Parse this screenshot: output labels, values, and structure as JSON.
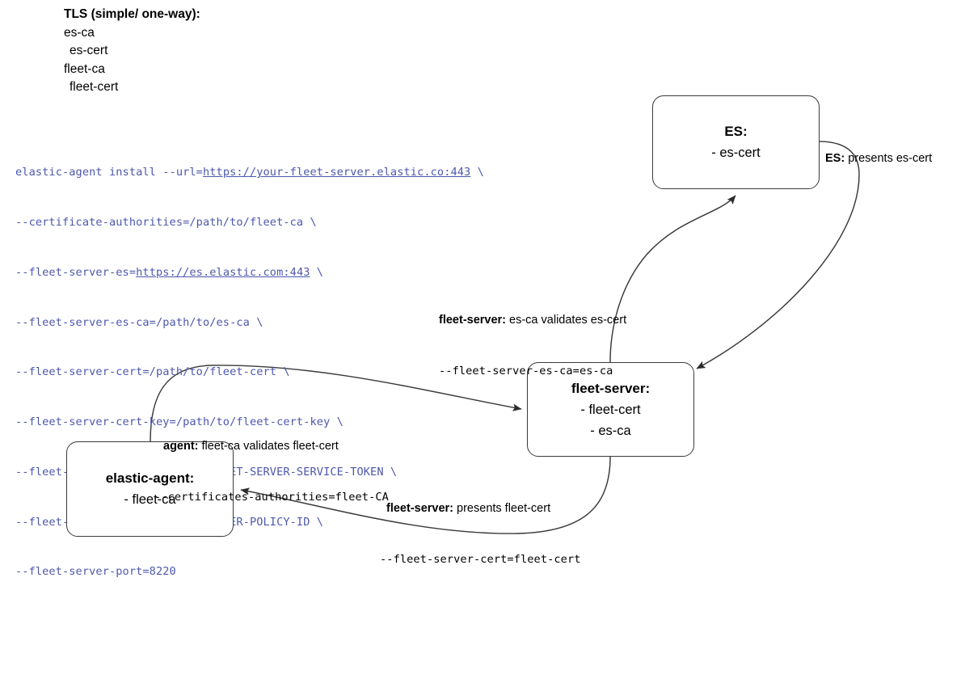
{
  "legend": {
    "title": "TLS (simple/ one-way):",
    "items": [
      {
        "text": "es-ca",
        "indent": false
      },
      {
        "text": "es-cert",
        "indent": true
      },
      {
        "text": "fleet-ca",
        "indent": false
      },
      {
        "text": "fleet-cert",
        "indent": true
      }
    ]
  },
  "command": {
    "lines": [
      {
        "pre": "elastic-agent install --url=",
        "link": "https://your-fleet-server.elastic.co:443",
        "post": " \\"
      },
      {
        "pre": "--certificate-authorities=/path/to/fleet-ca \\",
        "link": "",
        "post": ""
      },
      {
        "pre": "--fleet-server-es=",
        "link": "https://es.elastic.com:443",
        "post": " \\"
      },
      {
        "pre": "--fleet-server-es-ca=/path/to/es-ca \\",
        "link": "",
        "post": ""
      },
      {
        "pre": "--fleet-server-cert=/path/to/fleet-cert \\",
        "link": "",
        "post": ""
      },
      {
        "pre": "--fleet-server-cert-key=/path/to/fleet-cert-key \\",
        "link": "",
        "post": ""
      },
      {
        "pre": "--fleet-server-service-token=FLEET-SERVER-SERVICE-TOKEN \\",
        "link": "",
        "post": ""
      },
      {
        "pre": "--fleet-server-policy=FLEET-SERVER-POLICY-ID \\",
        "link": "",
        "post": ""
      },
      {
        "pre": "--fleet-server-port=8220",
        "link": "",
        "post": ""
      }
    ],
    "color": "#4d57ac"
  },
  "nodes": {
    "es": {
      "title": "ES:",
      "line1": "- es-cert"
    },
    "fleet_server": {
      "title": "fleet-server:",
      "line1": "- fleet-cert",
      "line2": "- es-ca"
    },
    "elastic_agent": {
      "title": "elastic-agent:",
      "line1": "- fleet-ca"
    }
  },
  "edges": {
    "es_presents": {
      "actor": "ES:",
      "text": " presents es-cert"
    },
    "fleet_validates_escert": {
      "actor": "fleet-server:",
      "text": " es-ca validates es-cert",
      "flag": "--fleet-server-es-ca=es-ca"
    },
    "agent_validates_fleetcert": {
      "actor": "agent:",
      "text": " fleet-ca validates fleet-cert",
      "flag": "--certificates-authorities=fleet-CA"
    },
    "fleet_presents_fleetcert": {
      "actor": "fleet-server:",
      "text": " presents fleet-cert",
      "flag": "--fleet-server-cert=fleet-cert"
    }
  },
  "style": {
    "stroke": "#3a3a3a",
    "background": "#ffffff",
    "text": "#000000"
  }
}
